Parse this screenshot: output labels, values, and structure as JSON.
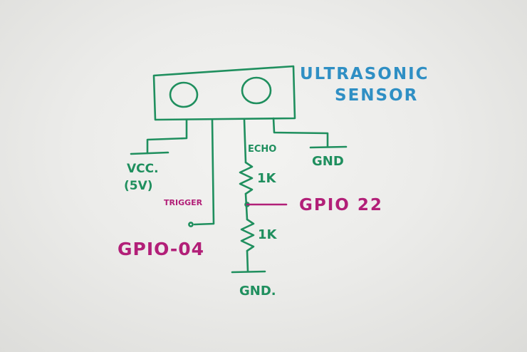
{
  "labels": {
    "sensor_line1": "ULTRASONIC",
    "sensor_line2": "SENSOR",
    "vcc": "VCC.",
    "vcc_voltage": "(5V)",
    "trigger": "TRIGGER",
    "echo": "ECHO",
    "gnd_top": "GND",
    "resistor_top": "1K",
    "resistor_bottom": "1K",
    "gpio_22": "GPIO 22",
    "gpio_04": "GPIO-04",
    "gnd_bottom": "GND."
  },
  "colors": {
    "wire_ink": "#1f8f5e",
    "label_ink_blue": "#2f8fc4",
    "gpio_ink": "#b21f78",
    "board_background": "#ececea"
  }
}
